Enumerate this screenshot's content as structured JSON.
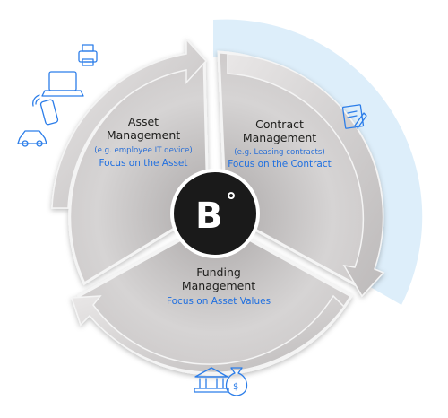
{
  "diagram": {
    "center_logo": {
      "letter": "B",
      "mark": "°"
    },
    "segments": [
      {
        "id": "asset",
        "title_lines": [
          "Asset",
          "Management"
        ],
        "subtitle": "(e.g. employee IT device)",
        "focus": "Focus on the Asset",
        "icons": [
          "printer-icon",
          "laptop-icon",
          "smartphone-icon",
          "car-icon"
        ]
      },
      {
        "id": "contract",
        "title_lines": [
          "Contract",
          "Management"
        ],
        "subtitle": "(e.g. Leasing contracts)",
        "focus": "Focus on the Contract",
        "icons": [
          "contract-document-icon"
        ],
        "highlighted": true
      },
      {
        "id": "funding",
        "title_lines": [
          "Funding",
          "Management"
        ],
        "subtitle": "",
        "focus": "Focus on Asset Values",
        "icons": [
          "bank-icon",
          "money-bag-icon"
        ]
      }
    ],
    "colors": {
      "segment_fill": "#c8c6c6",
      "segment_light": "#e6e4e4",
      "highlight": "#d9ecfa",
      "icon": "#2b7de9",
      "accent_text": "#1f6fe0",
      "logo": "#1a1a1a"
    }
  }
}
